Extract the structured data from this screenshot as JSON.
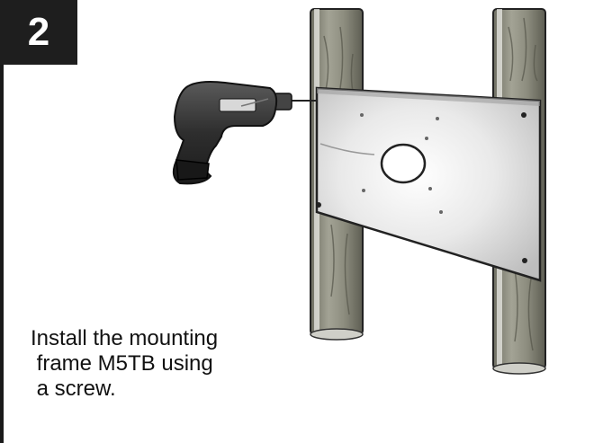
{
  "step": {
    "number": "2"
  },
  "instruction": {
    "lines": [
      "Install the mounting",
      " frame M5TB using",
      " a screw."
    ]
  },
  "illustration": {
    "tool": "cordless-drill",
    "part": "mounting-frame-plate",
    "colors": {
      "badge": "#1e1e1e",
      "stud_wood": "#8a8a7a",
      "plate": "#e4e4e4",
      "drill_body": "#3c3c3c"
    }
  }
}
